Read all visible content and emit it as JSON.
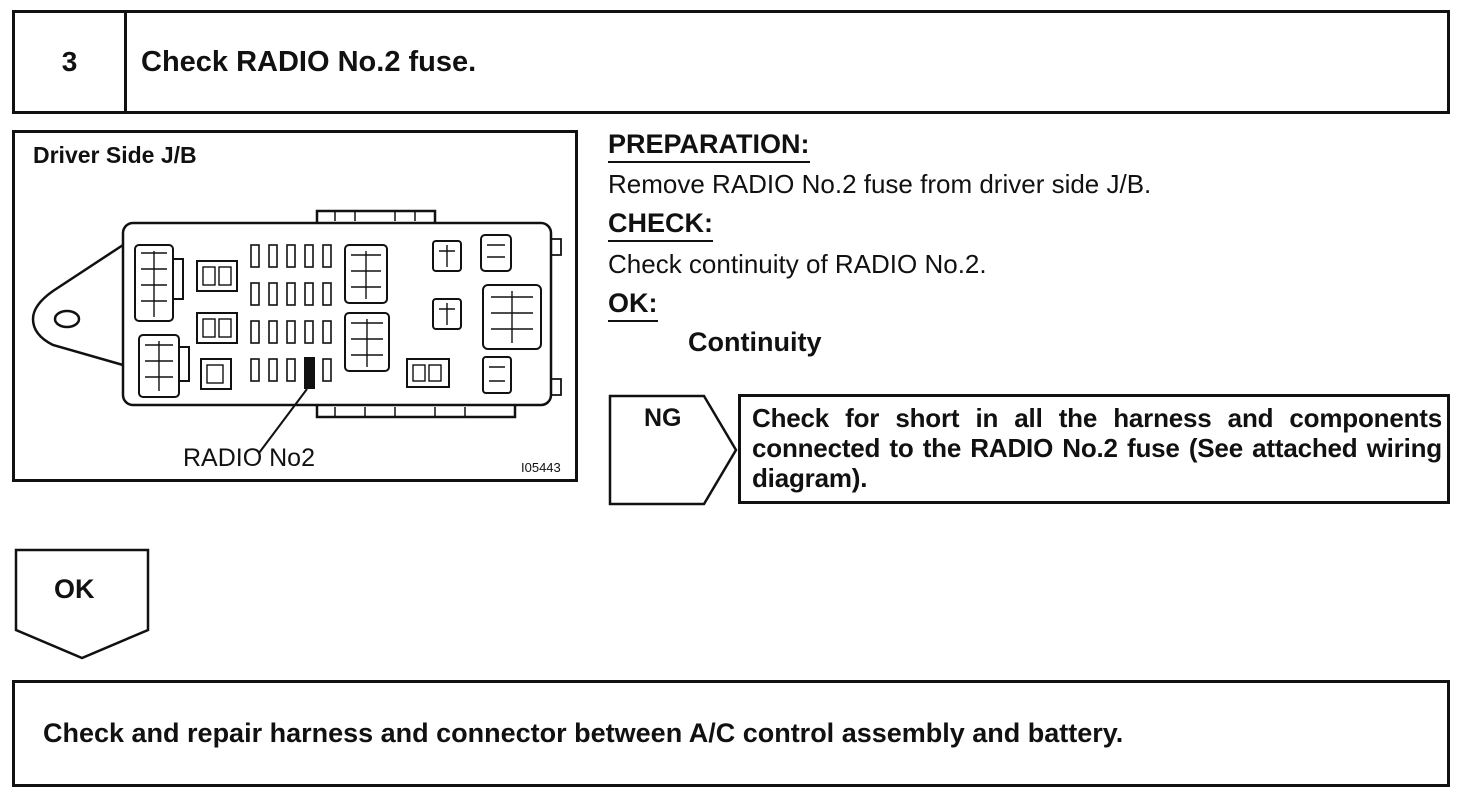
{
  "step": {
    "number": "3",
    "title": "Check RADIO No.2 fuse."
  },
  "illustration": {
    "title": "Driver Side J/B",
    "callout": "RADIO No2",
    "figure_code": "I05443"
  },
  "procedure": {
    "preparation_heading": "PREPARATION:",
    "preparation_text": "Remove RADIO No.2 fuse from driver side J/B.",
    "check_heading": "CHECK:",
    "check_text": "Check continuity of RADIO No.2.",
    "ok_heading": "OK:",
    "ok_result": "Continuity"
  },
  "ng_branch": {
    "label": "NG",
    "text": "Check for short in all the harness and components connected to the RADIO No.2 fuse (See attached wiring diagram)."
  },
  "ok_branch": {
    "label": "OK"
  },
  "next_action": {
    "text": "Check and repair harness and connector between A/C control assembly and battery."
  },
  "colors": {
    "ink": "#111111",
    "paper": "#ffffff"
  }
}
